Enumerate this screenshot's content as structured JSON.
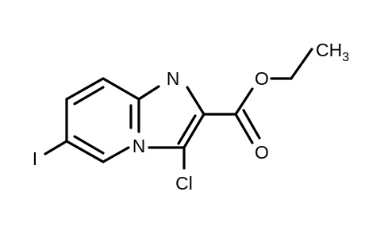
{
  "molecule": {
    "atoms": {
      "n1": "N",
      "n2": "N",
      "o1": "O",
      "o2": "O",
      "cl": "Cl",
      "iodine": "I",
      "ch3": "CH",
      "ch3_sub": "3"
    }
  },
  "colors": {
    "bond": "#000000",
    "label": "#000000",
    "background": "#ffffff"
  }
}
